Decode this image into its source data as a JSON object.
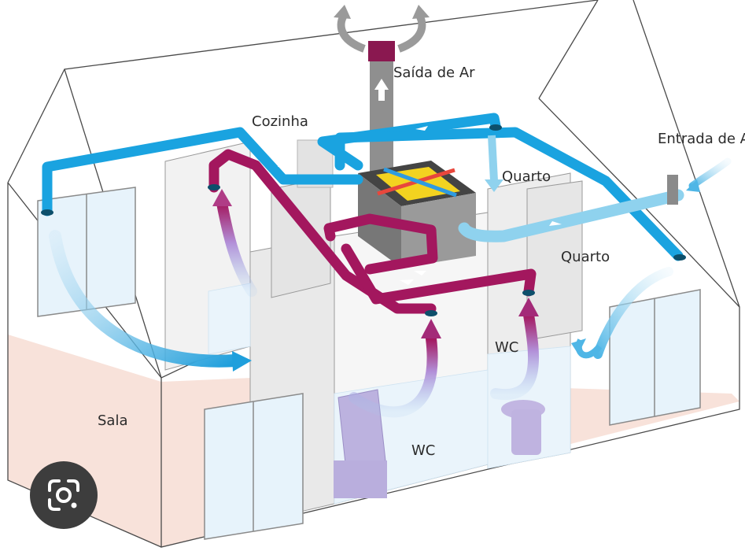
{
  "labels": {
    "saida_de_ar": "Saída de Ar",
    "cozinha": "Cozinha",
    "entrada_de_ar": "Entrada de A",
    "quarto_top": "Quarto",
    "quarto_right": "Quarto",
    "wc_right": "WC",
    "wc_center": "WC",
    "sala": "Sala"
  },
  "colors": {
    "fresh_air_duct": "#1aa3e0",
    "fresh_air_light": "#8fd2ee",
    "exhaust_duct": "#a3175e",
    "exhaust_gray": "#8f8f8f",
    "floor": "#f8e2da",
    "house_outline": "#4a4a4a"
  },
  "icons": {
    "lens_button": "google-lens-icon"
  }
}
